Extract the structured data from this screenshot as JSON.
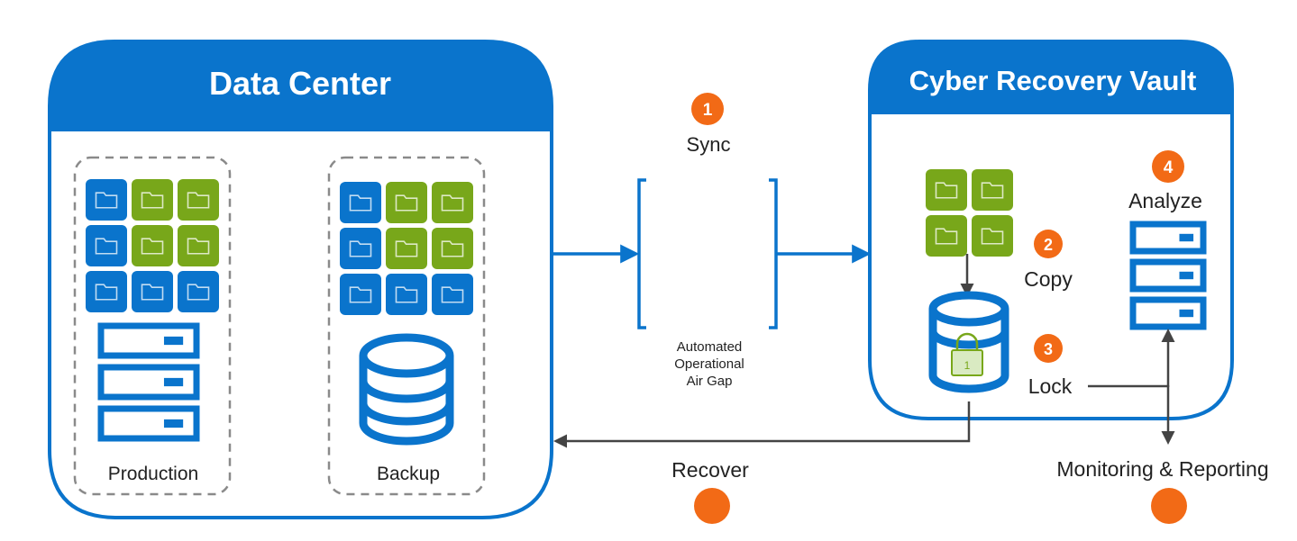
{
  "colors": {
    "blue": "#0a74cc",
    "blue_dark": "#0a5aa8",
    "green": "#78a71a",
    "orange": "#f26a16",
    "arrow_gray": "#444444",
    "dash_gray": "#8a8a8a",
    "text": "#222222"
  },
  "data_center": {
    "title": "Data Center",
    "production": {
      "label": "Production",
      "tile_rows": [
        [
          "blue",
          "green",
          "green"
        ],
        [
          "blue",
          "green",
          "green"
        ],
        [
          "blue",
          "blue",
          "blue"
        ]
      ],
      "server_units": 3
    },
    "backup": {
      "label": "Backup",
      "tile_rows": [
        [
          "blue",
          "green",
          "green"
        ],
        [
          "blue",
          "green",
          "green"
        ],
        [
          "blue",
          "blue",
          "blue"
        ]
      ]
    }
  },
  "air_gap": {
    "step_number": "1",
    "step_label": "Sync",
    "lines": [
      "Automated",
      "Operational",
      "Air Gap"
    ]
  },
  "vault": {
    "title": "Cyber Recovery Vault",
    "tile_rows": [
      [
        "green",
        "green"
      ],
      [
        "green",
        "green"
      ]
    ],
    "lock_digit": "1",
    "steps": [
      {
        "number": "2",
        "label": "Copy"
      },
      {
        "number": "3",
        "label": "Lock"
      },
      {
        "number": "4",
        "label": "Analyze"
      }
    ],
    "server_units": 3
  },
  "bottom": {
    "recover_label": "Recover",
    "monitoring_label": "Monitoring & Reporting"
  },
  "icons": {
    "tile": "folder-icon",
    "server": "server-icon",
    "database": "database-icon",
    "locked_database": "locked-database-icon",
    "step_marker": "step-badge"
  }
}
